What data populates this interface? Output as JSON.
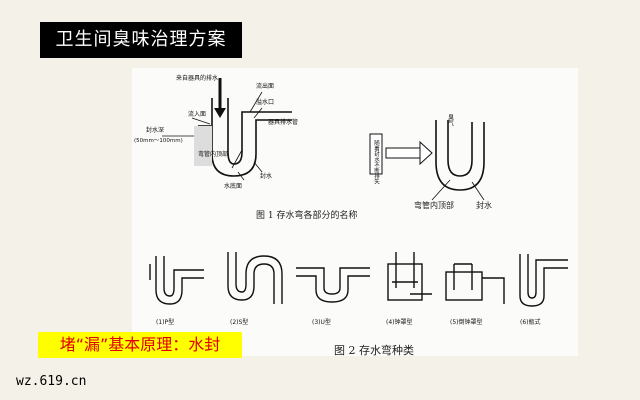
{
  "slide_title": "卫生间臭味治理方案",
  "fig1": {
    "labels": {
      "drain_source": "来自器具的排水",
      "outflow_surface": "流出面",
      "inflow_surface": "流入面",
      "overflow_port": "溢水口",
      "fixture_drain_pipe": "器具排水管",
      "seal_depth": "封水深",
      "seal_depth_range": "(50mm～100mm)",
      "crown_top": "弯管内顶部",
      "water_seal": "封水",
      "water_bottom": "水底面"
    },
    "right_labels": {
      "gas": "臭气",
      "flow": "随着封水不断排失",
      "crown_top": "弯管内顶部",
      "water_seal": "封水"
    },
    "caption": "图 1 存水弯各部分的名称"
  },
  "fig2": {
    "types": [
      "(1)P型",
      "(2)S型",
      "(3)U型",
      "(4)钟罩型",
      "(5)倒钟罩型",
      "(6)瓶式"
    ],
    "caption": "图 2 存水弯种类"
  },
  "highlight_text": "堵“漏”基本原理：水封",
  "watermark": "wz.619.cn"
}
